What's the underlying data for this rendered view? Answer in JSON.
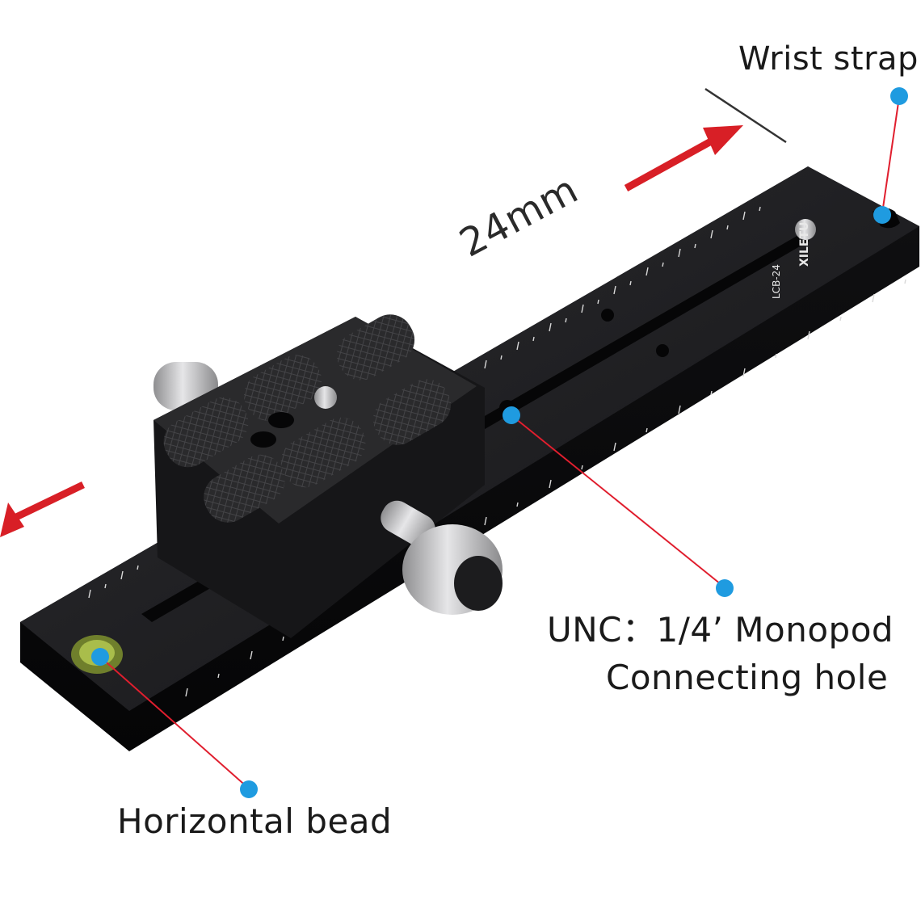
{
  "labels": {
    "wrist_strap": "Wrist strap",
    "dimension": "24mm",
    "unc_monopod": "UNC：1/4’  Monopod",
    "connecting_hole": "Connecting hole",
    "horizontal_bead": "Horizontal bead"
  },
  "plate_engraving": {
    "brand": "XILETU",
    "model": "LCB-24"
  },
  "colors": {
    "callout_line": "#e01e2e",
    "callout_dot": "#1f9be0",
    "arrow": "#d81f26",
    "plate": "#1c1c1e",
    "clamp_pad": "#2a2a2c",
    "knob_silver": "#c9c9cb",
    "text": "#1a1a1a",
    "bubble_level": "#8fa33a"
  },
  "icons": [
    "arrow-right-icon",
    "arrow-left-icon",
    "callout-dot-icon"
  ]
}
